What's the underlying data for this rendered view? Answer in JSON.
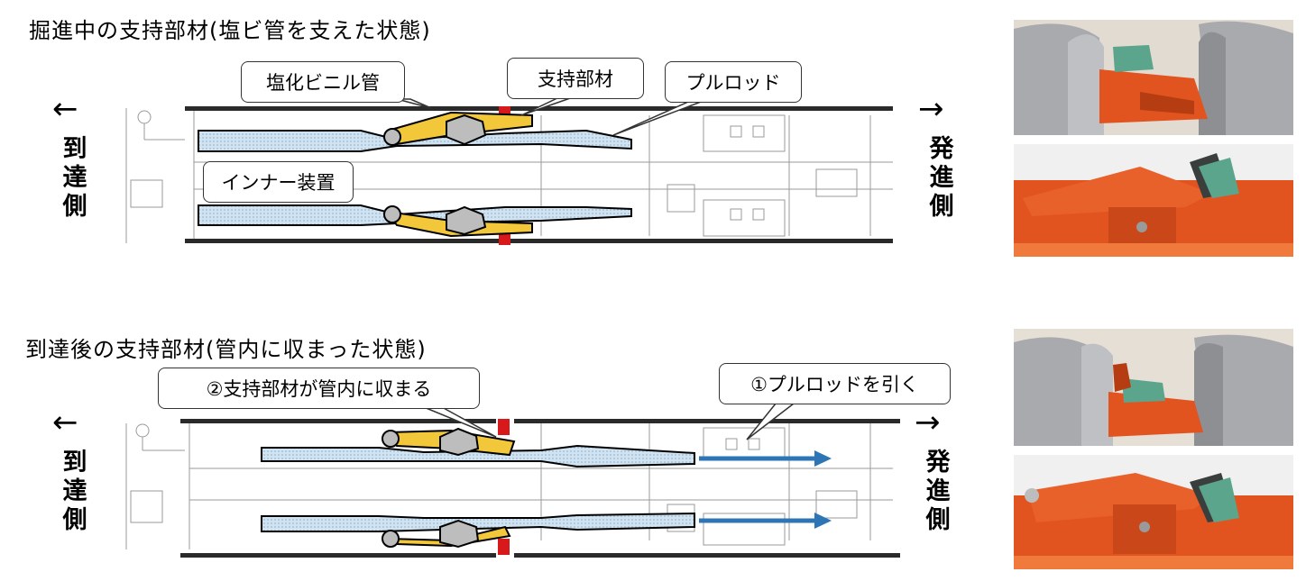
{
  "section1": {
    "title": "掘進中の支持部材(塩ビ管を支えた状態)",
    "callouts": {
      "pvc_pipe": "塩化ビニル管",
      "support": "支持部材",
      "pull_rod": "プルロッド",
      "inner_device": "インナー装置"
    },
    "left_arrow": "←",
    "right_arrow": "→",
    "left_side": [
      "到",
      "達",
      "側"
    ],
    "right_side": [
      "発",
      "進",
      "側"
    ]
  },
  "section2": {
    "title": "到達後の支持部材(管内に収まった状態)",
    "callouts": {
      "support_retracted": "②支持部材が管内に収まる",
      "pull_rod_action": "①プルロッドを引く"
    },
    "left_arrow": "←",
    "right_arrow": "→",
    "left_side": [
      "到",
      "達",
      "側"
    ],
    "right_side": [
      "発",
      "進",
      "側"
    ]
  },
  "colors": {
    "pipe_gray": "#a9aaad",
    "support_orange": "#e2541f",
    "pad_green": "#5aa58c",
    "callout_yellow": "#f2c73a",
    "rod_blue": "#cfe3f3",
    "flange_red": "#d7191c",
    "arrow_blue": "#2e75b6"
  }
}
